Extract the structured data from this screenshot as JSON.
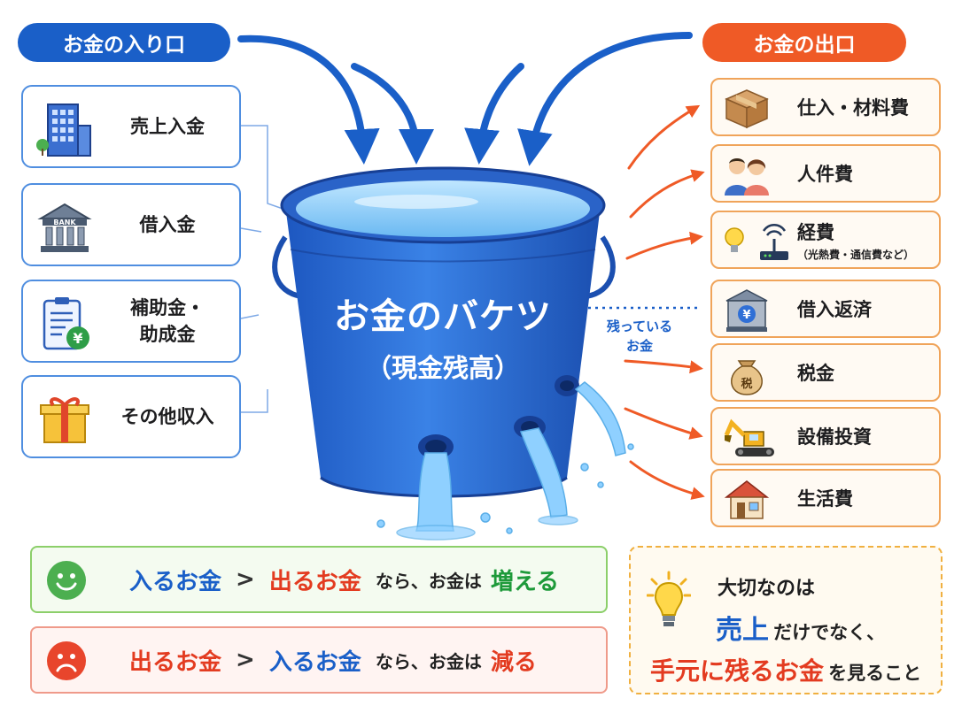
{
  "inflow": {
    "title": "お金の入り口",
    "items": [
      {
        "label": "売上入金",
        "icon": "office-building-icon"
      },
      {
        "label": "借入金",
        "icon": "bank-icon"
      },
      {
        "label": "補助金・",
        "label2": "助成金",
        "icon": "clipboard-yen-icon"
      },
      {
        "label": "その他収入",
        "icon": "gift-box-icon"
      }
    ]
  },
  "outflow": {
    "title": "お金の出口",
    "items": [
      {
        "label": "仕入・材料費",
        "icon": "cardboard-box-icon"
      },
      {
        "label": "人件費",
        "icon": "people-icon"
      },
      {
        "label": "経費",
        "sub": "（光熱費・通信費など）",
        "icon": "bulb-router-icon"
      },
      {
        "label": "借入返済",
        "icon": "bank-yen-icon"
      },
      {
        "label": "税金",
        "icon": "tax-bag-icon"
      },
      {
        "label": "設備投資",
        "icon": "excavator-icon"
      },
      {
        "label": "生活費",
        "icon": "house-icon"
      }
    ]
  },
  "bucket": {
    "title": "お金のバケツ",
    "subtitle": "（現金残高）",
    "remaining_line1": "残っている",
    "remaining_line2": "お金"
  },
  "rules": {
    "up": {
      "in_money": "入るお金",
      "gt": ">",
      "out_money": "出るお金",
      "middle": "なら、お金は",
      "result": "増える",
      "icon": "smiley-face-icon"
    },
    "down": {
      "out_money": "出るお金",
      "gt": ">",
      "in_money": "入るお金",
      "middle": "なら、お金は",
      "result": "減る",
      "icon": "sad-face-icon"
    }
  },
  "tip": {
    "line1": "大切なのは",
    "highlight": "売上",
    "line2": "だけでなく、",
    "emphasis": "手元に残るお金",
    "line3": "を見ること",
    "icon": "light-bulb-icon"
  },
  "colors": {
    "blue": "#1a5fc8",
    "orange": "#ef5a26",
    "red": "#e33b20",
    "green": "#1e9a3a",
    "bucket": "#2f6fd6",
    "water": "#8fd0ff"
  }
}
